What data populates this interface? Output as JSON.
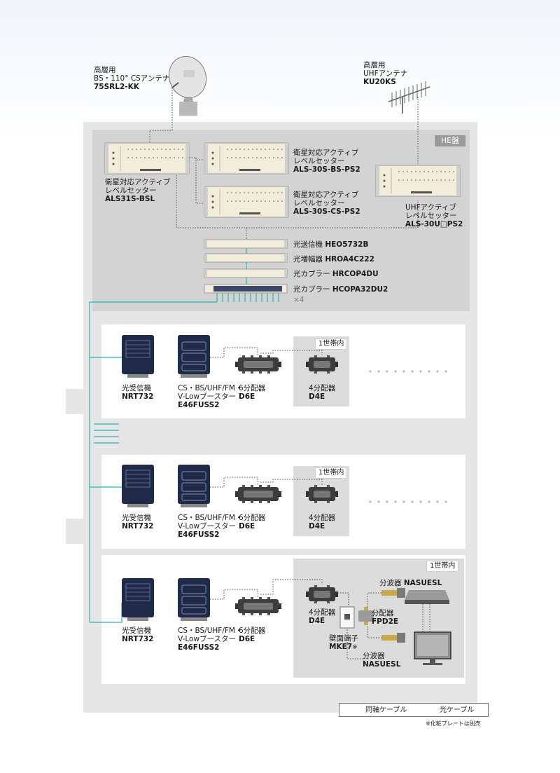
{
  "antennas": {
    "bs_cs": {
      "line1": "高層用",
      "line2": "BS・110° CSアンテナ",
      "model": "75SRL2-KK"
    },
    "uhf": {
      "line1": "高層用",
      "line2": "UHFアンテナ",
      "model": "KU20KS"
    }
  },
  "he_panel": {
    "badge": "HE盤"
  },
  "he_equipment": {
    "als31s": {
      "line1": "衛星対応アクティブ",
      "line2": "レベルセッター",
      "model": "ALS31S-BSL"
    },
    "als30s_bs": {
      "line1": "衛星対応アクティブ",
      "line2": "レベルセッター",
      "model": "ALS-30S-BS-PS2"
    },
    "als30s_cs": {
      "line1": "衛星対応アクティブ",
      "line2": "レベルセッター",
      "model": "ALS-30S-CS-PS2"
    },
    "als30u": {
      "line1": "UHFアクティブ",
      "line2": "レベルセッター",
      "model": "ALS-30U□PS2"
    },
    "heo": {
      "name": "光送信機",
      "model": "HEO5732B"
    },
    "hroa": {
      "name": "光増幅器",
      "model": "HROA4C222"
    },
    "hrcop": {
      "name": "光カプラー",
      "model": "HRCOP4DU"
    },
    "hcopa": {
      "name": "光カプラー",
      "model": "HCOPA32DU2",
      "qty": "×4"
    }
  },
  "floor_units": {
    "nrt": {
      "name": "光受信機",
      "model": "NRT732"
    },
    "booster": {
      "line1": "CS・BS/UHF/FM・",
      "line2": "V-Lowブースター",
      "model": "E46FUSS2"
    },
    "d6e": {
      "name": "6分配器",
      "model": "D6E"
    },
    "d4e": {
      "name": "4分配器",
      "model": "D4E"
    },
    "household_tag": "1世帯内"
  },
  "household3": {
    "nasuesl_top": {
      "name": "分波器",
      "model": "NASUESL"
    },
    "fpd2e": {
      "name": "分配器",
      "model": "FPD2E"
    },
    "mke7": {
      "name": "壁面端子",
      "model": "MKE7",
      "note": "※"
    },
    "nasuesl_bottom": {
      "name": "分波器",
      "model": "NASUESL"
    }
  },
  "legend": {
    "coax": "同軸ケーブル",
    "fiber": "光ケーブル",
    "footnote": "※化粧プレートは別売"
  },
  "colors": {
    "fiber": "#2ab3ae",
    "coax": "#444444",
    "he_panel": "#d3d3d3",
    "building": "#e6e6e6",
    "device_dark": "#1f2a48"
  }
}
